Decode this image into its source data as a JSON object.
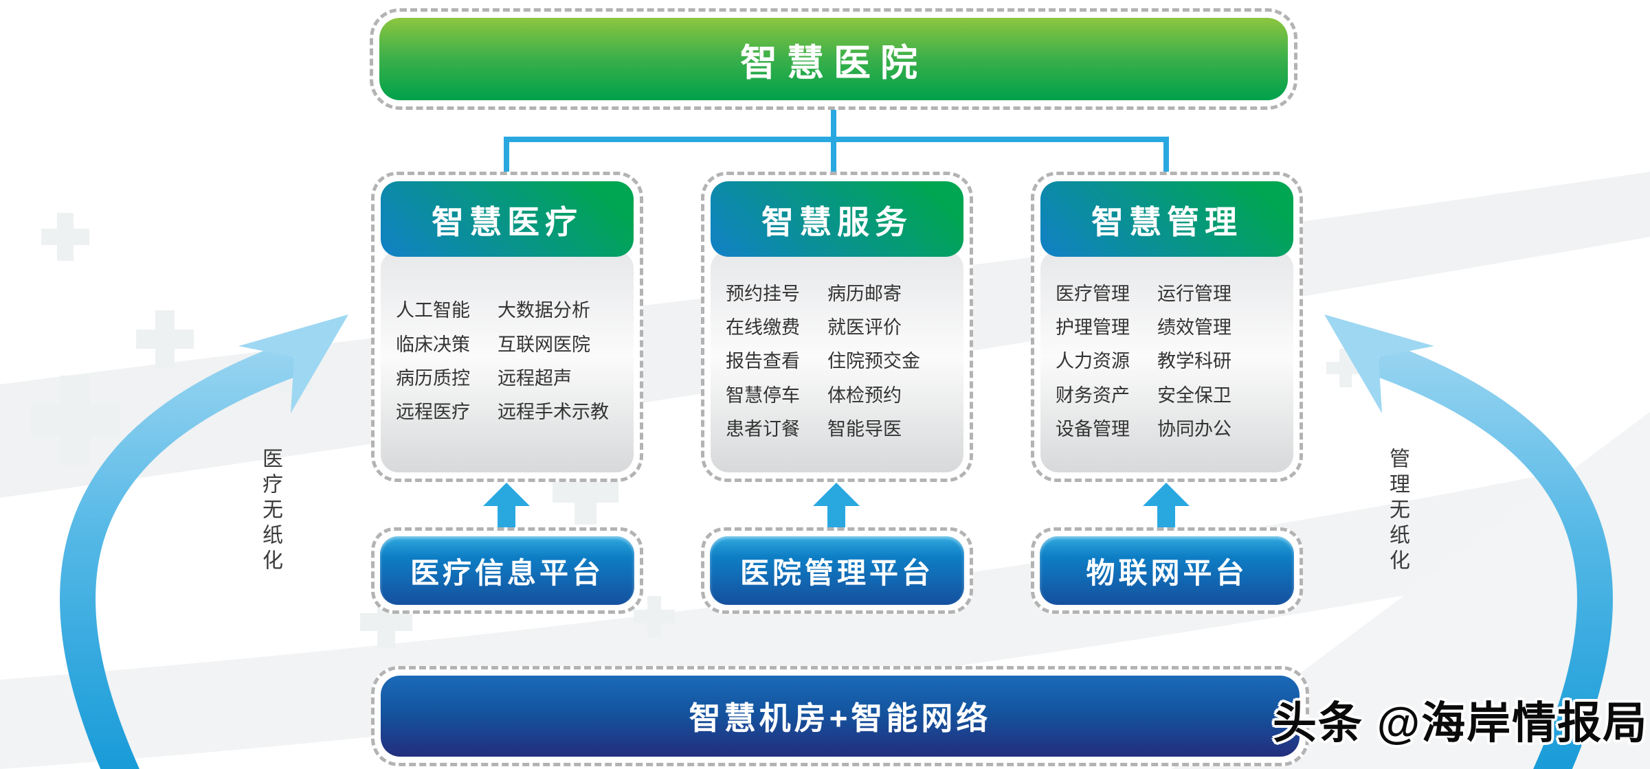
{
  "diagram": {
    "root_title": "智慧医院",
    "columns": [
      {
        "header": "智慧医疗",
        "platform": "医疗信息平台",
        "items_left": [
          "人工智能",
          "临床决策",
          "病历质控",
          "远程医疗"
        ],
        "items_right": [
          "大数据分析",
          "互联网医院",
          "远程超声",
          "远程手术示教"
        ]
      },
      {
        "header": "智慧服务",
        "platform": "医院管理平台",
        "items_left": [
          "预约挂号",
          "在线缴费",
          "报告查看",
          "智慧停车",
          "患者订餐"
        ],
        "items_right": [
          "病历邮寄",
          "就医评价",
          "住院预交金",
          "体检预约",
          "智能导医"
        ]
      },
      {
        "header": "智慧管理",
        "platform": "物联网平台",
        "items_left": [
          "医疗管理",
          "护理管理",
          "人力资源",
          "财务资产",
          "设备管理"
        ],
        "items_right": [
          "运行管理",
          "绩效管理",
          "教学科研",
          "安全保卫",
          "协同办公"
        ]
      }
    ],
    "bottom_bar_label": "智慧机房+智能网络",
    "left_arrow_label": "医疗无纸化",
    "right_arrow_label": "管理无纸化",
    "watermark": "头条 @海岸情报局",
    "colors": {
      "root_green_top": "#8dc63f",
      "root_green_bottom": "#00a14b",
      "header_gradient_blue": "#1180c7",
      "header_gradient_green": "#00a651",
      "platform_blue_top": "#2fa9de",
      "platform_blue_bottom": "#15509e",
      "bottom_bar_top": "#1a6ab8",
      "bottom_bar_bottom": "#232e7d",
      "connector_blue": "#29a8e0",
      "curved_arrow_light": "#a6daf3",
      "curved_arrow_deep": "#0f97d6",
      "dashed_border": "#b3b3b3"
    }
  }
}
